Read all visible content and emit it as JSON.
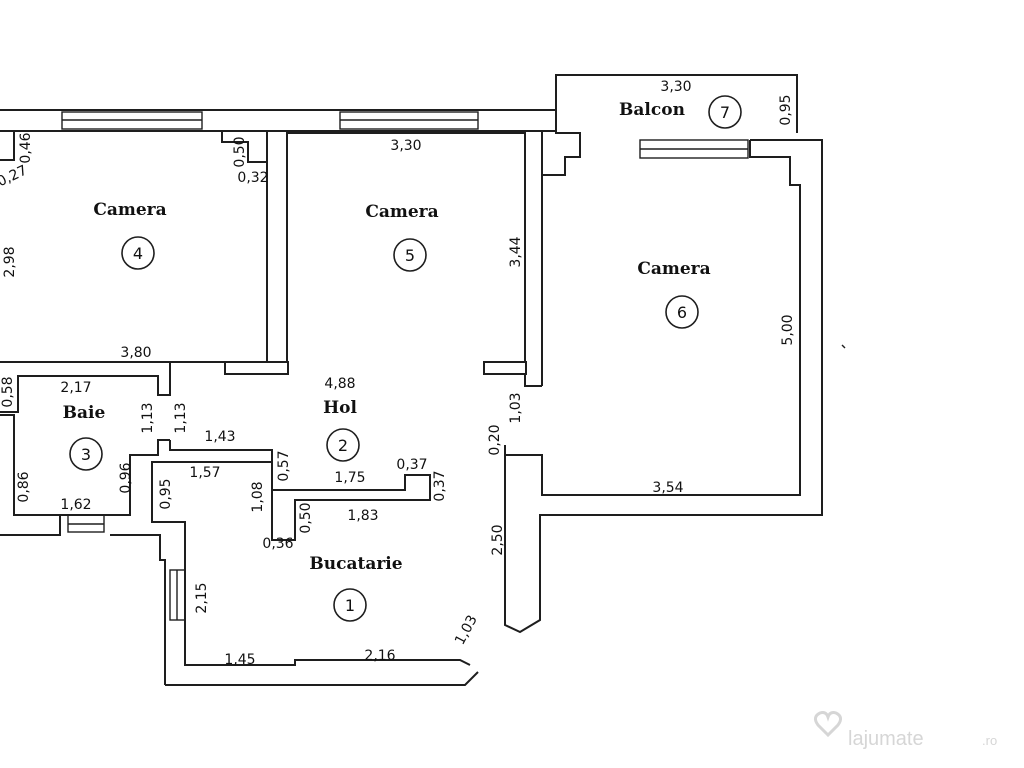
{
  "rooms": {
    "r1": {
      "name": "Bucatarie",
      "num": "1"
    },
    "r2": {
      "name": "Hol",
      "num": "2"
    },
    "r3": {
      "name": "Baie",
      "num": "3"
    },
    "r4": {
      "name": "Camera",
      "num": "4"
    },
    "r5": {
      "name": "Camera",
      "num": "5"
    },
    "r6": {
      "name": "Camera",
      "num": "6"
    },
    "r7": {
      "name": "Balcon",
      "num": "7"
    }
  },
  "dims": {
    "balcon_w": "3,30",
    "balcon_d": "0,95",
    "c5_w": "3,30",
    "c5_h": "3,44",
    "c4_046": "0,46",
    "c4_027": "0,27",
    "c4_050": "0,50",
    "c4_032": "0,32",
    "c4_298": "2,98",
    "c4_380": "3,80",
    "baie_217": "2,17",
    "baie_058": "0,58",
    "baie_113a": "1,13",
    "baie_113b": "1,13",
    "baie_086": "0,86",
    "baie_096": "0,96",
    "baie_162": "1,62",
    "hol_488": "4,88",
    "hol_143": "1,43",
    "hol_157": "1,57",
    "hol_057": "0,57",
    "hol_175": "1,75",
    "hol_037a": "0,37",
    "hol_037b": "0,37",
    "hol_095": "0,95",
    "hol_108": "1,08",
    "hol_050": "0,50",
    "hol_183": "1,83",
    "hol_036": "0,36",
    "c6_500": "5,00",
    "c6_354": "3,54",
    "c6_103": "1,03",
    "c6_020": "0,20",
    "buc_250": "2,50",
    "buc_215": "2,15",
    "buc_145": "1,45",
    "buc_216": "2,16",
    "buc_103": "1,03"
  },
  "watermark": "lajumate",
  "watermark_suffix": ".ro"
}
